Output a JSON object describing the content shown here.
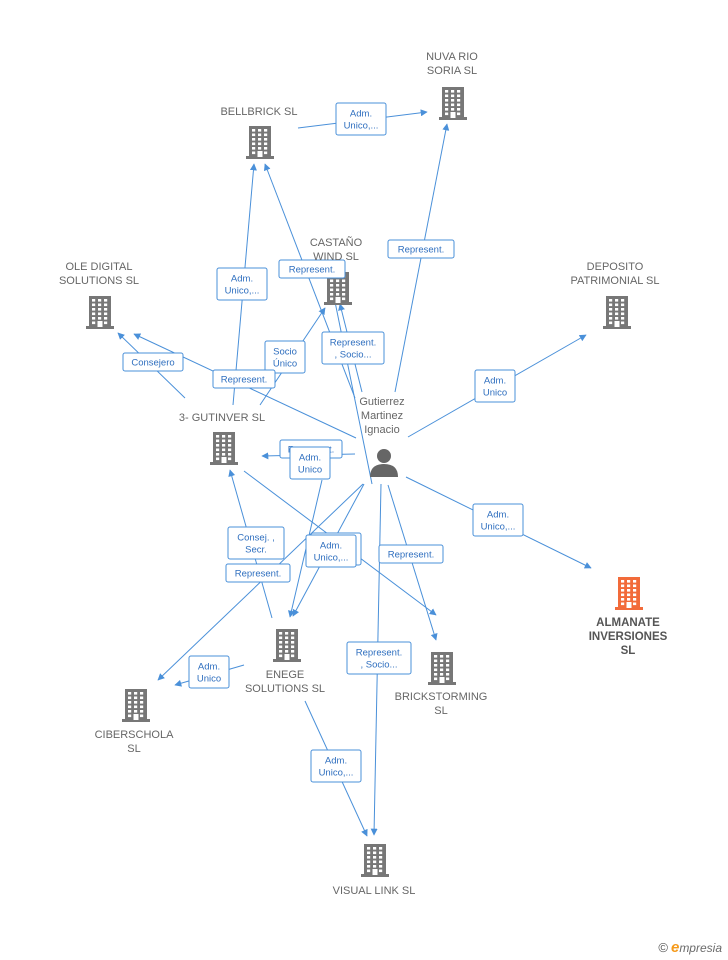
{
  "diagram": {
    "colors": {
      "edge": "#4a90d9",
      "company": "#777777",
      "highlight": "#f26b3a",
      "person": "#666666"
    },
    "nodes": [
      {
        "id": "person",
        "type": "person",
        "label": [
          "Gutierrez",
          "Martinez",
          "Ignacio"
        ]
      },
      {
        "id": "nuva",
        "type": "company",
        "label": [
          "NUVA RIO",
          "SORIA  SL"
        ]
      },
      {
        "id": "bellbrick",
        "type": "company",
        "label": [
          "BELLBRICK  SL"
        ]
      },
      {
        "id": "castano",
        "type": "company",
        "label": [
          "CASTAÑO",
          "WIND  SL"
        ]
      },
      {
        "id": "ole",
        "type": "company",
        "label": [
          "OLE DIGITAL",
          "SOLUTIONS  SL"
        ]
      },
      {
        "id": "deposito",
        "type": "company",
        "label": [
          "DEPOSITO",
          "PATRIMONIAL SL"
        ]
      },
      {
        "id": "gutinver",
        "type": "company",
        "label": [
          "3- GUTINVER SL"
        ]
      },
      {
        "id": "almanate",
        "type": "company-highlight",
        "label": [
          "ALMANATE",
          "INVERSIONES",
          "SL"
        ]
      },
      {
        "id": "enege",
        "type": "company",
        "label": [
          "ENEGE",
          "SOLUTIONS  SL"
        ]
      },
      {
        "id": "brickstorming",
        "type": "company",
        "label": [
          "BRICKSTORMING",
          "SL"
        ]
      },
      {
        "id": "ciberschola",
        "type": "company",
        "label": [
          "CIBERSCHOLA",
          "SL"
        ]
      },
      {
        "id": "visual",
        "type": "company",
        "label": [
          "VISUAL LINK  SL"
        ]
      }
    ],
    "edge_labels": [
      [
        "Adm.",
        "Unico,..."
      ],
      [
        "Represent."
      ],
      [
        "Adm.",
        "Unico"
      ],
      [
        "Adm.",
        "Unico,..."
      ],
      [
        "Represent."
      ],
      [
        "Adm.",
        "Unico,..."
      ],
      [
        "Socio",
        "Único"
      ],
      [
        "Represent.",
        ", Socio..."
      ],
      [
        "Consejero"
      ],
      [
        "Represent."
      ],
      [
        "Represent."
      ],
      [
        "Adm.",
        "Unico"
      ],
      [
        "Adm.",
        "Unico,..."
      ],
      [
        "Consej. ,",
        "Secr."
      ],
      [
        "Adm.",
        "Unico,..."
      ],
      [
        "Represent."
      ],
      [
        "Represent."
      ],
      [
        "Adm.",
        "Unico"
      ],
      [
        "Represent.",
        ", Socio..."
      ],
      [
        "Adm.",
        "Unico,..."
      ]
    ]
  },
  "watermark": {
    "copyright": "©",
    "brand_first": "e",
    "brand_rest": "mpresia"
  }
}
